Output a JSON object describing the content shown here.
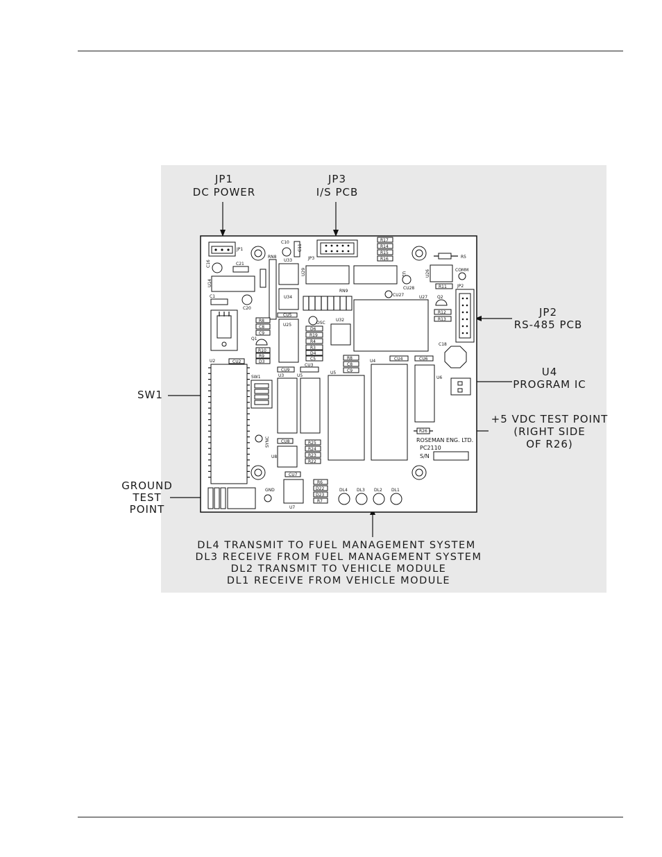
{
  "page": {
    "header_rule": true,
    "footer_rule": true
  },
  "callouts": {
    "jp1": {
      "line1": "JP1",
      "line2": "DC POWER"
    },
    "jp3": {
      "line1": "JP3",
      "line2": "I/S PCB"
    },
    "jp2": {
      "line1": "JP2",
      "line2": "RS-485 PCB"
    },
    "u4": {
      "line1": "U4",
      "line2": "PROGRAM IC"
    },
    "sw1": {
      "line1": "SW1"
    },
    "test_5v": {
      "line1": "+5 VDC TEST POINT",
      "line2": "(RIGHT SIDE",
      "line3": "OF R26)"
    },
    "ground": {
      "line1": "GROUND",
      "line2": "TEST",
      "line3": "POINT"
    }
  },
  "led_legend": [
    "DL4   TRANSMIT TO FUEL MANAGEMENT SYSTEM",
    "DL3   RECEIVE FROM FUEL MANAGEMENT SYSTEM",
    "DL2   TRANSMIT TO VEHICLE MODULE",
    "DL1   RECEIVE FROM VEHICLE MODULE"
  ],
  "silkscreen": {
    "jp1": "JP1",
    "jp3": "JP3",
    "jp2": "JP2",
    "u2": "U2",
    "u3": "U3",
    "u4": "U4",
    "u5": "U5",
    "u6": "U6",
    "u7": "U7",
    "u8": "U8",
    "u14": "U14",
    "u25": "U25",
    "u26": "U26",
    "u27": "U27",
    "u28": "U28",
    "u29": "U29",
    "u32": "U32",
    "u33": "U33",
    "u34": "U34",
    "sw1": "SW1",
    "osc": "OSC",
    "sync": "SYNC",
    "comm": "COMM",
    "gnd": "GND",
    "c1": "C1",
    "c10": "C10",
    "c11": "C11",
    "c16": "C16",
    "c18": "C18",
    "c20": "C20",
    "c21": "C21",
    "cu2": "CU2",
    "cu3": "CU3",
    "cu4": "CU4",
    "cu5": "CU5",
    "cu6": "CU6",
    "cu7": "CU7",
    "cu8": "CU8",
    "cu9": "CU9",
    "cu27": "CU27",
    "cu28": "CU28",
    "r5": "R5",
    "r11": "R11",
    "r12": "R12",
    "r13": "R13",
    "r14": "R14",
    "r15": "R15",
    "r16": "R16",
    "r17": "R17",
    "r26": "R26",
    "r22": "R22",
    "r23": "R23",
    "r24": "R24",
    "r25": "R25",
    "r6": "R6",
    "r7": "R7",
    "r8": "R8",
    "c8": "C8",
    "c9": "C9",
    "r9": "R9",
    "r10": "R10",
    "d3": "D3",
    "q1": "Q1",
    "q2": "Q2",
    "d6": "D6",
    "r19": "R19",
    "r4": "R4",
    "r3": "R3",
    "d4": "D4",
    "c5": "C5",
    "rn8": "RN8",
    "rn9": "RN9",
    "d22": "D22",
    "d23": "D23",
    "dl4": "DL4",
    "dl3": "DL3",
    "dl2": "DL2",
    "dl1": "DL1",
    "maker": "ROSEMAN ENG. LTD.",
    "model": "PC2110",
    "sn": "S/N"
  }
}
